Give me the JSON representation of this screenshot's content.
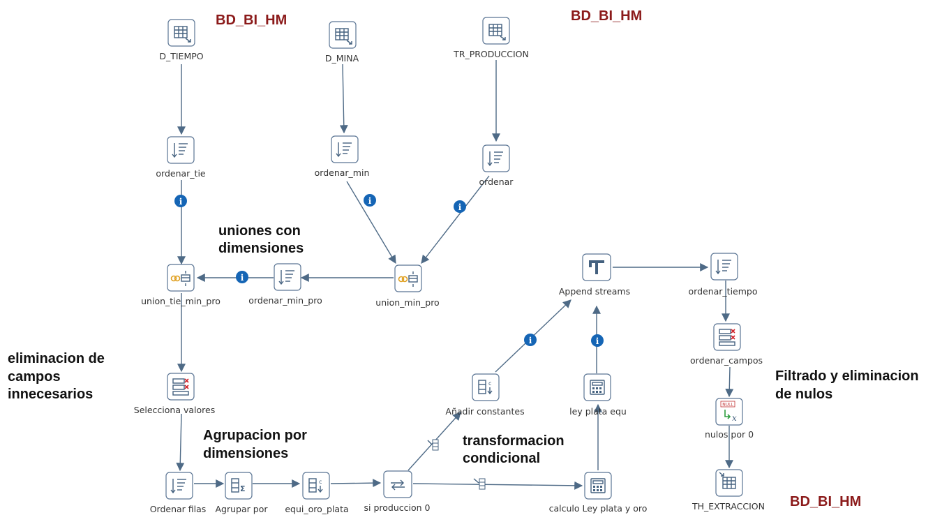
{
  "colors": {
    "hop": "#4e6a86",
    "db_label": "#8b1a1a",
    "info_badge": "#1565b5",
    "annotation": "#111111"
  },
  "steps": {
    "d_tiempo": {
      "label": "D_TIEMPO",
      "icon": "table-input-icon"
    },
    "d_mina": {
      "label": "D_MINA",
      "icon": "table-input-icon"
    },
    "tr_produccion": {
      "label": "TR_PRODUCCION",
      "icon": "table-input-icon"
    },
    "ordenar_tie": {
      "label": "ordenar_tie",
      "icon": "sort-rows-icon"
    },
    "ordenar_min": {
      "label": "ordenar_min",
      "icon": "sort-rows-icon"
    },
    "ordenar": {
      "label": "ordenar",
      "icon": "sort-rows-icon"
    },
    "union_tie_min_pro": {
      "label": "union_tie_min_pro",
      "icon": "merge-join-icon"
    },
    "ordenar_min_pro": {
      "label": "ordenar_min_pro",
      "icon": "sort-rows-icon"
    },
    "union_min_pro": {
      "label": "union_min_pro",
      "icon": "merge-join-icon"
    },
    "selecciona_valores": {
      "label": "Selecciona valores",
      "icon": "select-values-icon"
    },
    "ordenar_filas": {
      "label": "Ordenar filas",
      "icon": "sort-rows-icon"
    },
    "agrupar_por": {
      "label": "Agrupar por",
      "icon": "group-by-icon"
    },
    "equi_oro_plata": {
      "label": "equi_oro_plata",
      "icon": "add-constants-icon"
    },
    "si_produccion": {
      "label": "si produccion 0",
      "icon": "filter-rows-icon"
    },
    "anadir_constantes": {
      "label": "Añadir constantes",
      "icon": "add-constants-icon"
    },
    "ley_plata_equ": {
      "label": "ley plata equ",
      "icon": "calculator-icon"
    },
    "calculo_ley": {
      "label": "calculo Ley plata y oro",
      "icon": "calculator-icon"
    },
    "append_streams": {
      "label": "Append streams",
      "icon": "append-streams-icon"
    },
    "ordenar_tiempo": {
      "label": "ordenar_tiempo",
      "icon": "sort-rows-icon"
    },
    "ordenar_campos": {
      "label": "ordenar_campos",
      "icon": "select-values-icon"
    },
    "nulos_por_0": {
      "label": "nulos por 0",
      "icon": "null-if-icon",
      "badge": "NULL"
    },
    "th_extraccion": {
      "label": "TH_EXTRACCION",
      "icon": "table-output-icon"
    }
  },
  "annotations": {
    "db_top_left": "BD_BI_HM",
    "db_top_right": "BD_BI_HM",
    "db_bottom_right": "BD_BI_HM",
    "uniones_1": "uniones con",
    "uniones_2": "dimensiones",
    "eliminacion_1": "eliminacion de",
    "eliminacion_2": "campos",
    "eliminacion_3": "innecesarios",
    "agrupacion_1": "Agrupacion por",
    "agrupacion_2": "dimensiones",
    "transformacion_1": "transformacion",
    "transformacion_2": "condicional",
    "filtrado_1": "Filtrado y eliminacion",
    "filtrado_2": "de nulos"
  },
  "hop_badges": {
    "info": "i"
  }
}
